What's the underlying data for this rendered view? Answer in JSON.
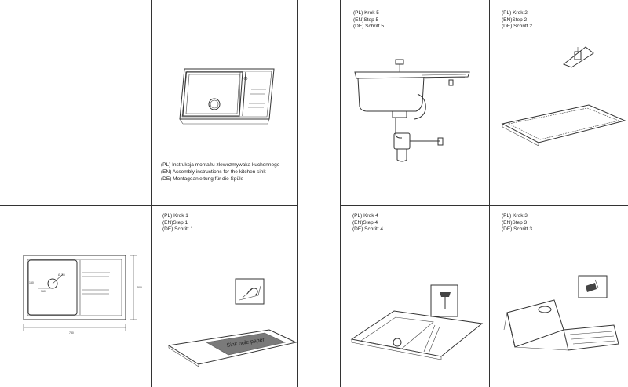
{
  "cover": {
    "line_pl": "(PL)  Instrukcja montażu zlewozmywaka kuchennego",
    "line_en": "(EN) Assembly instructions for the kitchen sink",
    "line_de": "(DE) Montageanleitung  für die Spüle"
  },
  "dimensions": {
    "width": "780",
    "height": "500",
    "hole": "Ø 35",
    "offset_a": "150",
    "offset_b": "360"
  },
  "step1": {
    "pl": "(PL) Krok 1",
    "en": "(EN)Step 1",
    "de": "(DE) Schritt 1",
    "paper_label": "Sink hole paper"
  },
  "step2": {
    "pl": "(PL) Krok 2",
    "en": "(EN)Step 2",
    "de": "(DE) Schritt 2"
  },
  "step3": {
    "pl": "(PL) Krok 3",
    "en": "(EN)Step 3",
    "de": "(DE) Schritt 3"
  },
  "step4": {
    "pl": "(PL) Krok 4",
    "en": "(EN)Step 4",
    "de": "(DE) Schritt 4"
  },
  "step5": {
    "pl": "(PL) Krok 5",
    "en": "(EN)Step 5",
    "de": "(DE) Schritt 5"
  }
}
